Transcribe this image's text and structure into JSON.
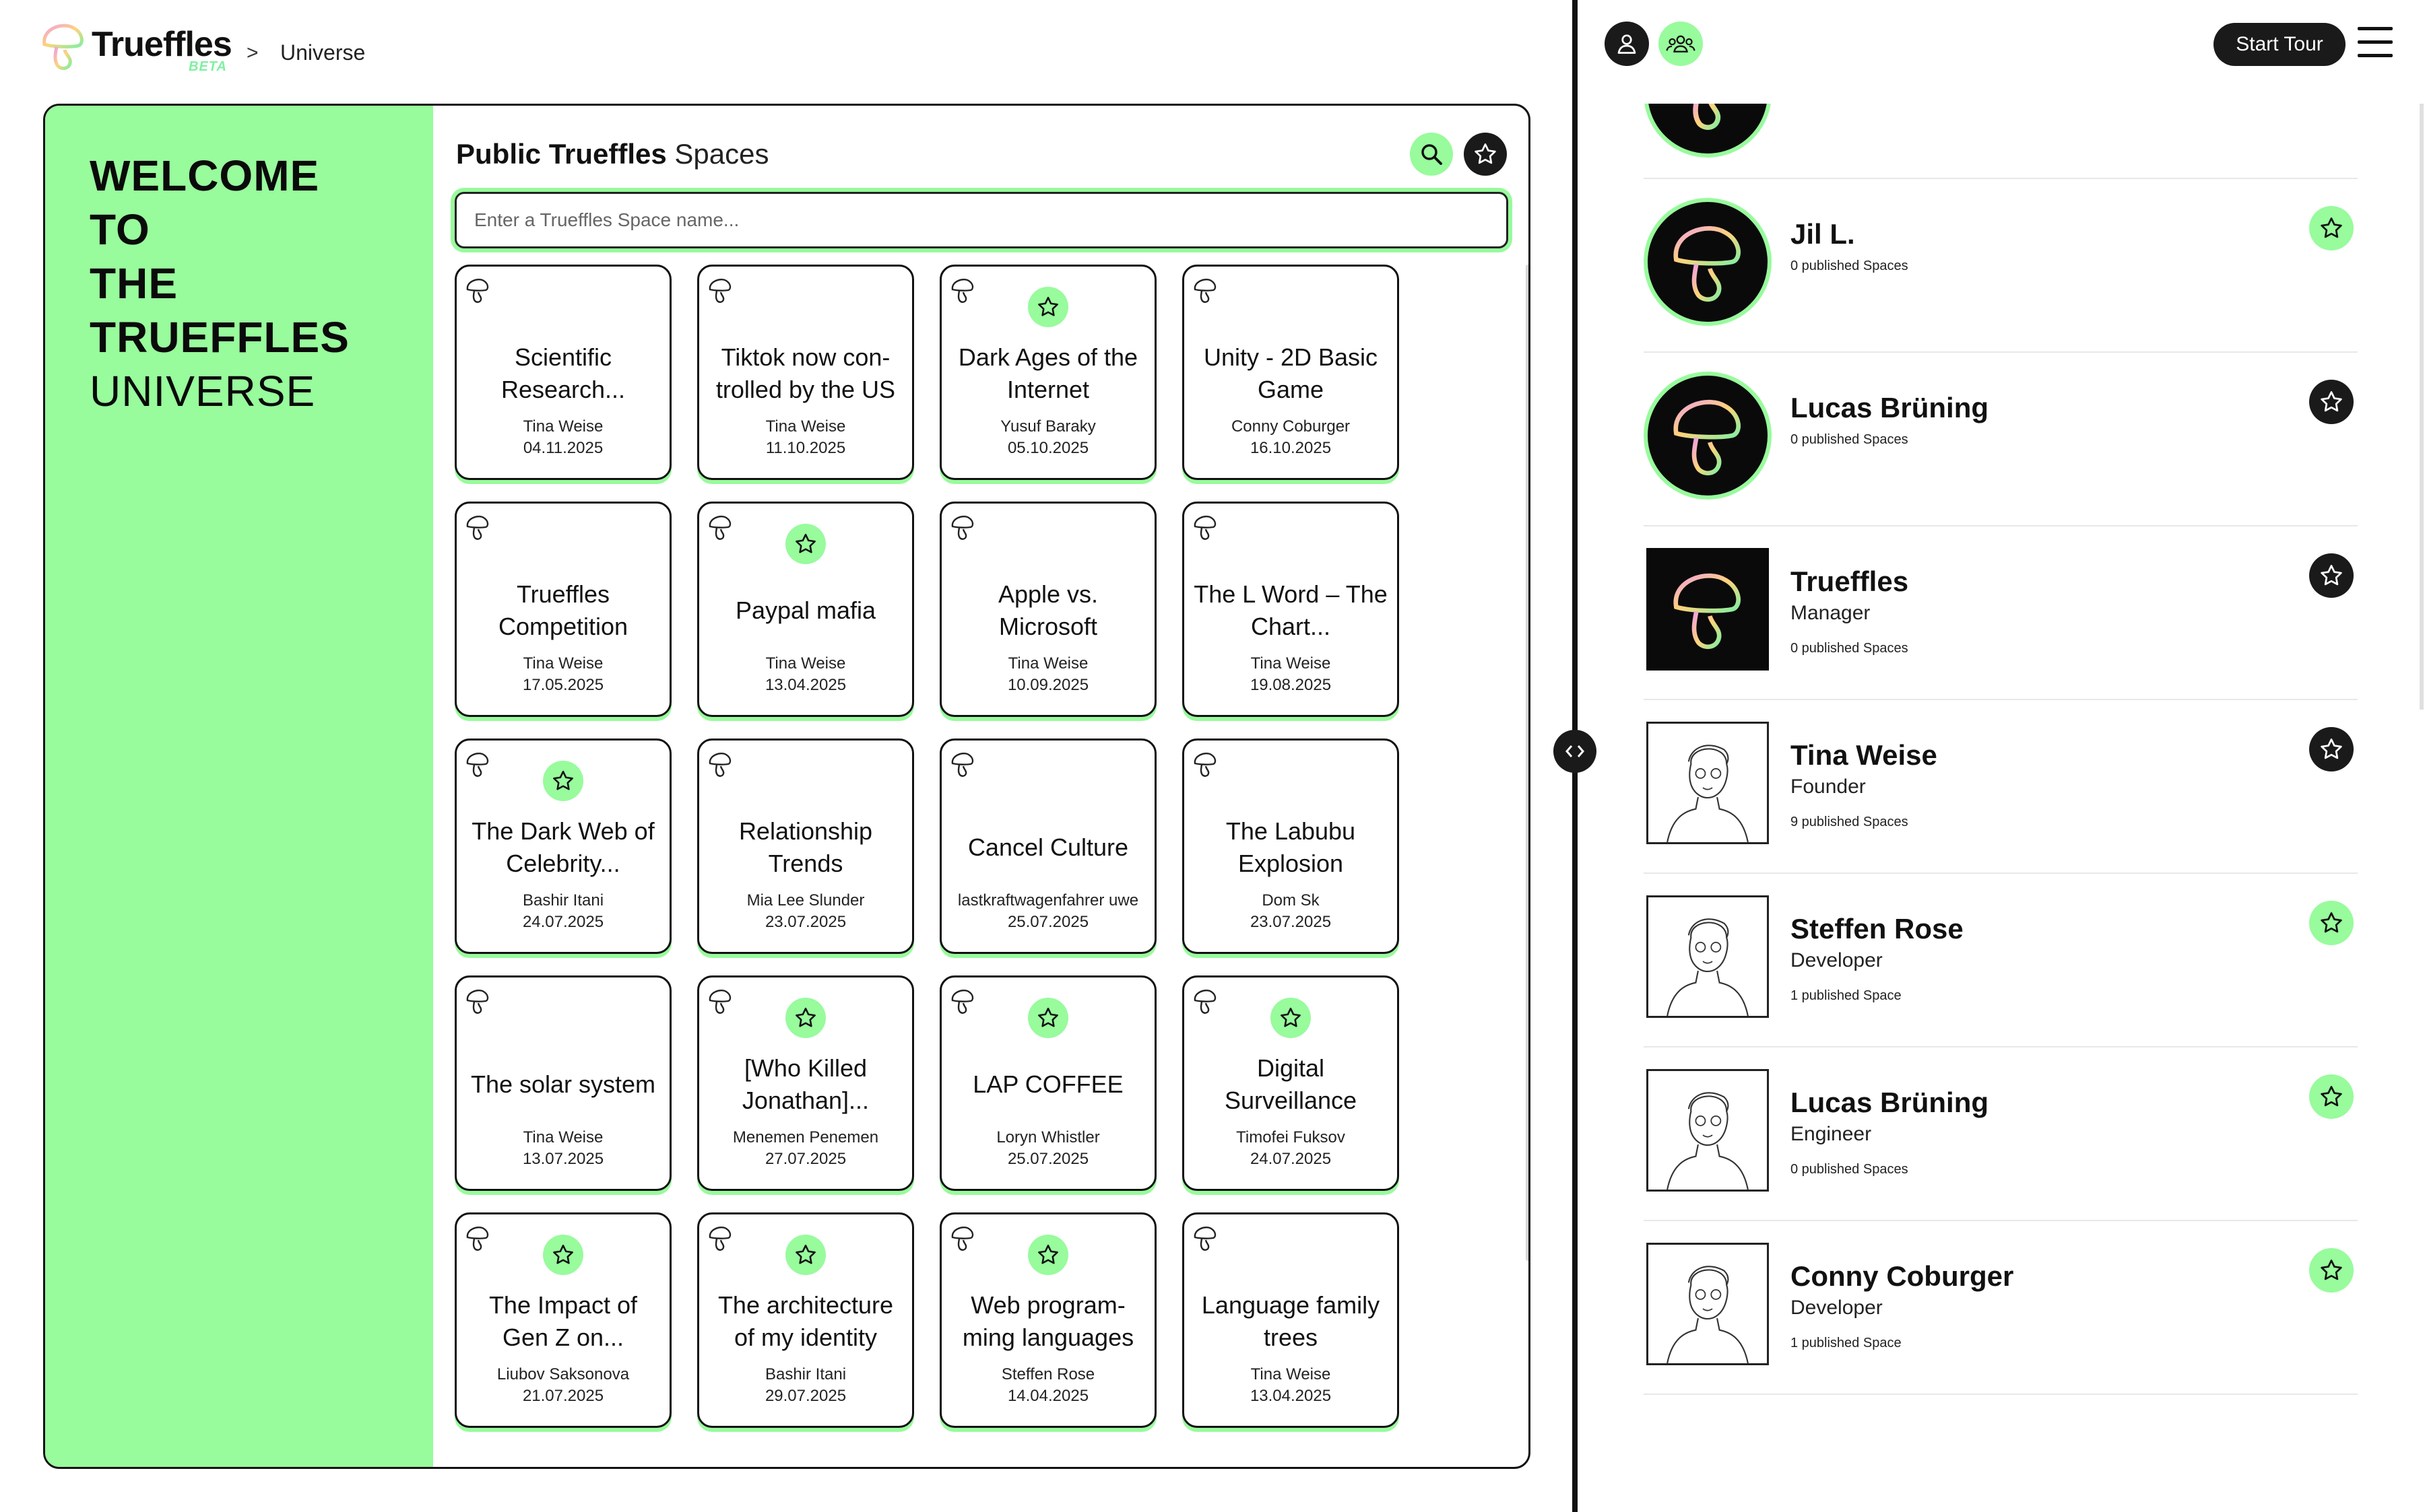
{
  "header": {
    "brand": "Trueffles",
    "beta": "BETA",
    "breadcrumb_sep": ">",
    "breadcrumb_current": "Universe"
  },
  "welcome": {
    "lines": [
      "WELCOME",
      "TO",
      "THE",
      "TRUEFFLES"
    ],
    "last_line": "UNIVERSE"
  },
  "spaces": {
    "title_bold": "Public Trueffles",
    "title_light": "Spaces",
    "search_placeholder": "Enter a Trueffles Space name...",
    "cards": [
      {
        "title": "Scientific Research...",
        "author": "Tina Weise",
        "date": "04.11.2025",
        "starred": false
      },
      {
        "title": "Tiktok now con-trolled by the US",
        "author": "Tina Weise",
        "date": "11.10.2025",
        "starred": false
      },
      {
        "title": "Dark Ages of the Internet",
        "author": "Yusuf Baraky",
        "date": "05.10.2025",
        "starred": true
      },
      {
        "title": "Unity - 2D Basic Game",
        "author": "Conny Coburger",
        "date": "16.10.2025",
        "starred": false
      },
      {
        "title": "Trueffles Competition",
        "author": "Tina Weise",
        "date": "17.05.2025",
        "starred": false
      },
      {
        "title": "Paypal mafia",
        "author": "Tina Weise",
        "date": "13.04.2025",
        "starred": true
      },
      {
        "title": "Apple vs. Microsoft",
        "author": "Tina Weise",
        "date": "10.09.2025",
        "starred": false
      },
      {
        "title": "The L Word – The Chart...",
        "author": "Tina Weise",
        "date": "19.08.2025",
        "starred": false
      },
      {
        "title": "The Dark Web of Celebrity...",
        "author": "Bashir Itani",
        "date": "24.07.2025",
        "starred": true
      },
      {
        "title": "Relationship Trends",
        "author": "Mia Lee Slunder",
        "date": "23.07.2025",
        "starred": false
      },
      {
        "title": "Cancel Culture",
        "author": "lastkraftwagenfahrer uwe",
        "date": "25.07.2025",
        "starred": false
      },
      {
        "title": "The Labubu Explosion",
        "author": "Dom Sk",
        "date": "23.07.2025",
        "starred": false
      },
      {
        "title": "The solar system",
        "author": "Tina Weise",
        "date": "13.07.2025",
        "starred": false
      },
      {
        "title": "[Who Killed Jonathan]...",
        "author": "Menemen Penemen",
        "date": "27.07.2025",
        "starred": true
      },
      {
        "title": "LAP COFFEE",
        "author": "Loryn Whistler",
        "date": "25.07.2025",
        "starred": true
      },
      {
        "title": "Digital Surveillance",
        "author": "Timofei Fuksov",
        "date": "24.07.2025",
        "starred": true
      },
      {
        "title": "The Impact of Gen Z on...",
        "author": "Liubov Saksonova",
        "date": "21.07.2025",
        "starred": true
      },
      {
        "title": "The architecture of my identity",
        "author": "Bashir Itani",
        "date": "29.07.2025",
        "starred": true
      },
      {
        "title": "Web program-ming languages",
        "author": "Steffen Rose",
        "date": "14.04.2025",
        "starred": true
      },
      {
        "title": "Language family trees",
        "author": "Tina Weise",
        "date": "13.04.2025",
        "starred": false
      }
    ]
  },
  "right": {
    "start_tour": "Start Tour",
    "profiles": [
      {
        "name": "Jil L.",
        "role": "",
        "count": "0 published Spaces",
        "avatar": "logo-circle",
        "fav": "green"
      },
      {
        "name": "Lucas Brüning",
        "role": "",
        "count": "0 published Spaces",
        "avatar": "logo-circle",
        "fav": "dark"
      },
      {
        "name": "Trueffles",
        "role": "Manager",
        "count": "0 published Spaces",
        "avatar": "logo-square",
        "fav": "dark"
      },
      {
        "name": "Tina Weise",
        "role": "Founder",
        "count": "9 published Spaces",
        "avatar": "sketch",
        "fav": "dark"
      },
      {
        "name": "Steffen Rose",
        "role": "Developer",
        "count": "1 published Space",
        "avatar": "sketch",
        "fav": "green"
      },
      {
        "name": "Lucas Brüning",
        "role": "Engineer",
        "count": "0 published Spaces",
        "avatar": "sketch",
        "fav": "green"
      },
      {
        "name": "Conny Coburger",
        "role": "Developer",
        "count": "1 published Space",
        "avatar": "sketch",
        "fav": "green"
      }
    ]
  },
  "colors": {
    "accent": "#98fb9c",
    "dark": "#1a1a1a",
    "logo_gradient": [
      "#f0a0e0",
      "#7ff0a0",
      "#ffd37a"
    ]
  },
  "icons": [
    "mushroom-logo-icon",
    "search-icon",
    "star-icon",
    "user-icon",
    "group-icon",
    "hamburger-menu-icon",
    "code-toggle-icon"
  ]
}
